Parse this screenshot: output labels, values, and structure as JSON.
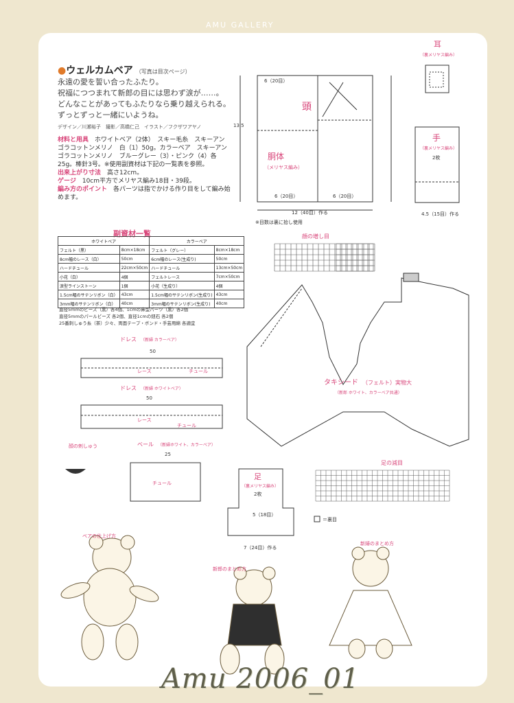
{
  "header": {
    "gallery": "AMU GALLERY"
  },
  "title": {
    "main": "ウェルカムベア",
    "note": "（写真は目次ページ）"
  },
  "lead": [
    "永遠の愛を誓い合ったふたり。",
    "祝福につつまれて新郎の目には思わず涙が……。",
    "どんなことがあってもふたりなら乗り越えられる。",
    "ずっとずっと一緒にいようね。"
  ],
  "credit": "デザイン／川瀬裕子　撮影／高橋仁己　イラスト／フクザワアヤノ",
  "materials": {
    "label1": "材料と用具",
    "text1": "ホワイトベア（2体）　スキー毛糸　スキーアンゴラコットンメリノ　白（1）50g。カラーベア　スキーアンゴラコットンメリノ　ブルーグレー（3）・ピンク（4）各25g。棒針3号。※使用副資材は下記の一覧表を参照。",
    "label2": "出来上がり寸法",
    "text2": "高さ12cm。",
    "label3": "ゲージ",
    "text3": "10cm平方でメリヤス編み18目・39段。",
    "label4": "編み方のポイント",
    "text4": "各パーツは指でかける作り目をして編み始めます。"
  },
  "table": {
    "title": "副資材一覧",
    "headers": [
      "ホワイトベア",
      "",
      "カラーベア",
      ""
    ],
    "rows": [
      [
        "フェルト（黒）",
        "8cm×18cm",
        "フェルト（グレー）",
        "8cm×18cm"
      ],
      [
        "8cm幅のレース（白）",
        "50cm",
        "6cm幅のレース(生成り)",
        "50cm"
      ],
      [
        "ハードチュール",
        "22cm×50cm",
        "ハードチュール",
        "13cm×50cm"
      ],
      [
        "小花（白）",
        "4個",
        "フェルトレース",
        "7cm×50cm"
      ],
      [
        "涙型ラインストーン",
        "1個",
        "小花（生成り）",
        "4個"
      ],
      [
        "1.5cm幅のサテンリボン（白）",
        "43cm",
        "1.5cm幅のサテンリボン(生成り)",
        "43cm"
      ],
      [
        "3mm幅のサテンリボン（白）",
        "40cm",
        "3mm幅のサテンリボン(生成り)",
        "40cm"
      ]
    ],
    "notes": [
      "直径5mmのビーズ（黒）各4個、1cmの鼻型パーツ（黒）各2個",
      "直径5mmのパールビーズ 各2個、直径1cmの鈕石 各2個",
      "25番刺しゅう糸（茶）少々、両面テープ・ボンド・手芸用綿 各適宜"
    ]
  },
  "diagrams": {
    "head": "頭",
    "body": "胴体",
    "body_note": "（メリヤス編み）",
    "ear": "耳",
    "ear_note": "（裏メリヤス編み）",
    "hand": "手",
    "hand_note": "（裏メリヤス編み）",
    "hand_count": "2枚",
    "tuxedo": "タキシード",
    "tuxedo_note": "（フェルト）実物大",
    "tuxedo_sub": "（新郎 ホワイト、カラーベア共通）",
    "face_increase": "顔の増し目",
    "dress1": "ドレス",
    "dress1_note": "（新婦 カラーベア）",
    "dress2": "ドレス",
    "dress2_note": "（新婦 ホワイトベア）",
    "veil": "ベール",
    "veil_note": "（新婦ホワイト、カラーベア）",
    "foot": "足",
    "foot_note": "（裏メリヤス編み）",
    "foot_count": "2枚",
    "foot_decrease": "足の減目",
    "face_embroidery": "顔の刺しゅう",
    "bear_assembly": "ベアの仕上げ方",
    "groom_finish": "新郎のまとめ方",
    "bride_finish": "新婦のまとめ方",
    "lace": "レース",
    "tulle": "チュール",
    "width_note": "※目数は裏に拾し使用",
    "total": "12（40目）作る",
    "dim_50": "50",
    "dim_25": "25",
    "dim_13_5": "13.5",
    "dim_6_20": "6（20目）",
    "dim_7_24": "7（24目）作る",
    "dim_5_18": "5（18目）",
    "dim_4_5": "4.5（15目）作る",
    "mark": "＝裏目"
  },
  "watermark": "Amu 2006_01"
}
